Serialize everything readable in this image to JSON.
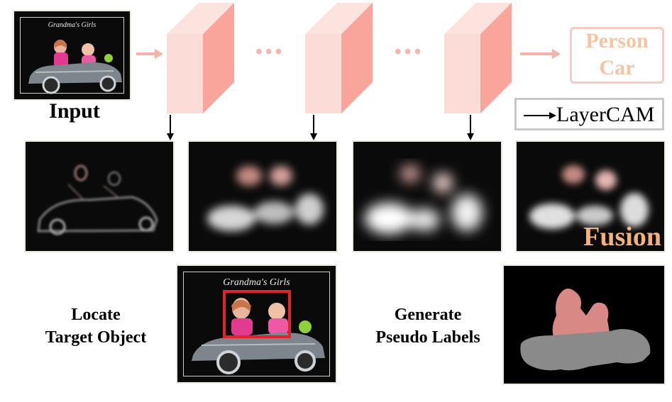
{
  "input_label": "Input",
  "legend_label": "LayerCAM",
  "classes": [
    "Person",
    "Car"
  ],
  "dots": "•••",
  "fusion_label": "Fusion",
  "locate_label": [
    "Locate",
    "Target Object"
  ],
  "generate_label": [
    "Generate",
    "Pseudo Labels"
  ],
  "photo_caption": "Grandma's Girls",
  "colors": {
    "block_front": "#fcdcd6",
    "block_side": "#f9a59b",
    "block_top": "#fde3de",
    "arrow_pink": "#f7b2a8",
    "class_text": "#f5c3a6",
    "fusion": "#f2b27f",
    "bbox": "#e3232c",
    "mask_person": "#d88986",
    "mask_car": "#8a8a8a"
  }
}
